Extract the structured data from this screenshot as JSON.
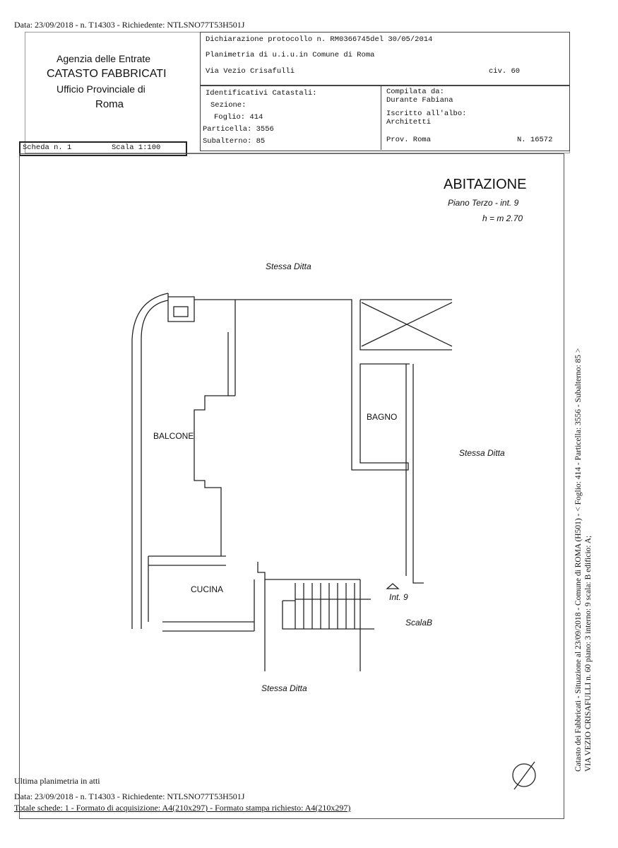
{
  "header_line": "Data: 23/09/2018 - n. T14303 - Richiedente: NTLSNO77T53H501J",
  "agency": {
    "line1": "Agenzia delle Entrate",
    "line2": "CATASTO FABBRICATI",
    "line3": "Ufficio Provinciale di",
    "line4": "Roma"
  },
  "declaration": {
    "protocol": "Dichiarazione protocollo n. RM0366745del  30/05/2014",
    "planimetria": "Planimetria di u.i.u.in Comune di Roma",
    "address": "Via Vezio Crisafulli",
    "civ": "civ. 60"
  },
  "identifiers": {
    "title": "Identificativi Catastali:",
    "sezione": "Sezione:",
    "foglio": "Foglio: 414",
    "particella": "Particella: 3556",
    "subalterno": "Subalterno: 85"
  },
  "compiler": {
    "label": "Compilata da:",
    "name": "Durante Fabiana",
    "albo_label": "Iscritto all'albo:",
    "albo": "Architetti",
    "prov": "Prov. Roma",
    "number": "N. 16572"
  },
  "scheda": {
    "scheda": "Scheda n. 1",
    "scala": "Scala 1:100"
  },
  "plan": {
    "title": "ABITAZIONE",
    "floor": "Piano Terzo - int. 9",
    "height": "h = m 2.70",
    "top_label": "Stessa Ditta",
    "right_label": "Stessa Ditta",
    "bottom_label": "Stessa Ditta",
    "balcone": "BALCONE",
    "bagno": "BAGNO",
    "cucina": "CUCINA",
    "interno": "Int. 9",
    "scala": "ScalaB"
  },
  "side_text": {
    "line1": "Catasto dei Fabbricati - Situazione al 23/09/2018 - Comune di ROMA (H501) - < Foglio: 414 - Particella: 3556 - Subalterno: 85 >",
    "line2": "VIA VEZIO CRISAFULLI n. 60 piano: 3 interno: 9 scala: B edificio: A;"
  },
  "footer": {
    "last": "Ultima planimetria in atti",
    "data": "Data: 23/09/2018 - n. T14303 - Richiedente: NTLSNO77T53H501J",
    "totale": "Totale schede: 1 - Formato di acquisizione: A4(210x297)  - Formato stampa richiesto: A4(210x297)"
  }
}
